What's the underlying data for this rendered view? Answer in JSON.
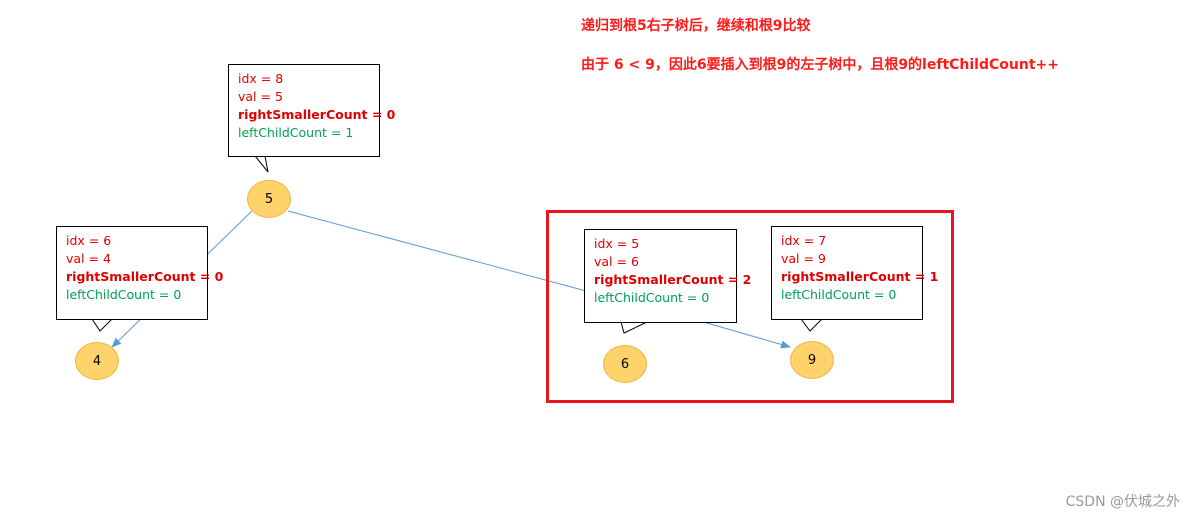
{
  "captions": {
    "line1": "递归到根5右子树后，继续和根9比较",
    "line2": "由于 6 < 9，因此6要插入到根9的左子树中，且根9的leftChildCount++"
  },
  "nodes": {
    "n5": "5",
    "n4": "4",
    "n6": "6",
    "n9": "9"
  },
  "boxes": {
    "b5": {
      "idx": "idx = 8",
      "val": "val = 5",
      "rsc": "rightSmallerCount = 0",
      "lcc": "leftChildCount = 1"
    },
    "b4": {
      "idx": "idx = 6",
      "val": "val = 4",
      "rsc": "rightSmallerCount = 0",
      "lcc": "leftChildCount = 0"
    },
    "b6": {
      "idx": "idx = 5",
      "val": "val = 6",
      "rsc": "rightSmallerCount = 2",
      "lcc": "leftChildCount = 0"
    },
    "b9": {
      "idx": "idx = 7",
      "val": "val = 9",
      "rsc": "rightSmallerCount = 1",
      "lcc": "leftChildCount = 0"
    }
  },
  "watermark": "CSDN @伏城之外",
  "colors": {
    "caption": "#ff1a1a",
    "field_red": "#e00000",
    "field_green": "#00a050",
    "node_fill": "#ffd36b",
    "node_border": "#f0b43a",
    "highlight_border": "#e8141e",
    "link": "#5b9bd5"
  }
}
